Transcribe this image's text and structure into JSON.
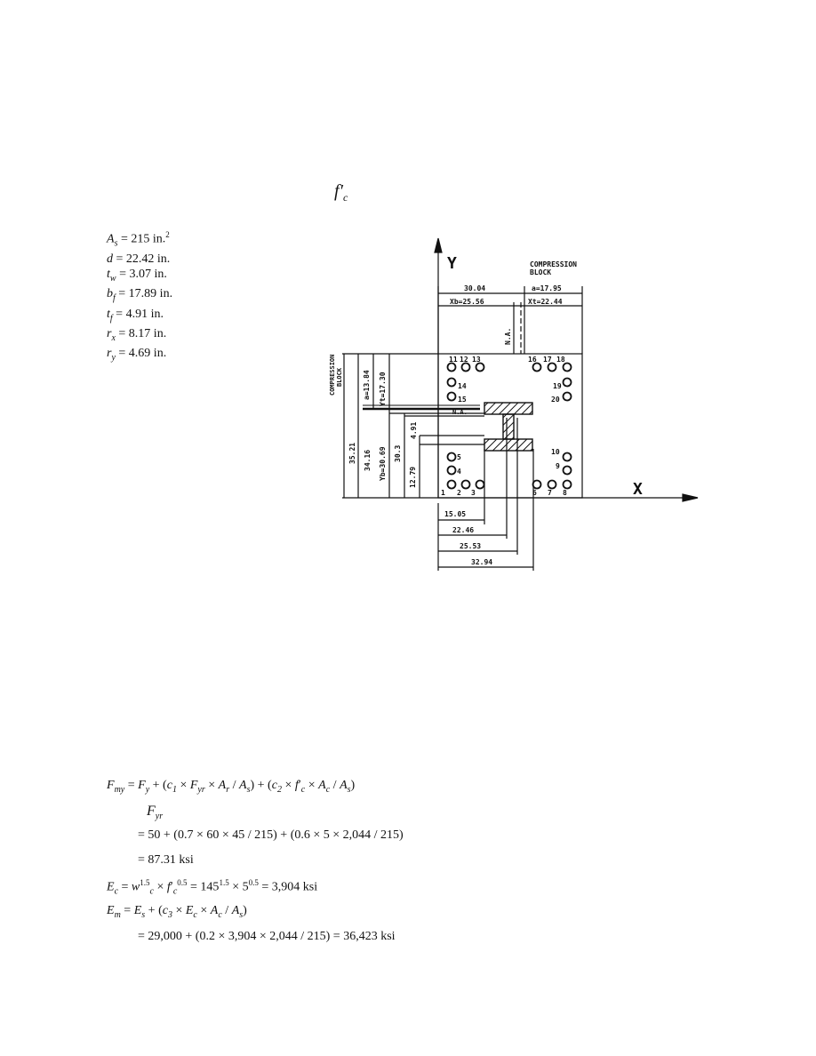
{
  "top_symbol": "f′c",
  "properties": [
    {
      "sym": "A",
      "sub": "s",
      "rest": " = 215 in.",
      "sup": "2"
    },
    {
      "sym": "d",
      "sub": "",
      "rest": " = 22.42 in.",
      "sup": ""
    },
    {
      "sym": "t",
      "sub": "w",
      "rest": " = 3.07 in.",
      "sup": ""
    },
    {
      "sym": "b",
      "sub": "f",
      "rest": " = 17.89 in.",
      "sup": ""
    },
    {
      "sym": "t",
      "sub": "f",
      "rest": " = 4.91 in.",
      "sup": ""
    },
    {
      "sym": "r",
      "sub": "x",
      "rest": " = 8.17 in.",
      "sup": ""
    },
    {
      "sym": "r",
      "sub": "y",
      "rest": " = 4.69 in.",
      "sup": ""
    }
  ],
  "diagram": {
    "axis_y": "Y",
    "axis_x": "X",
    "compression_block_top": [
      "COMPRESSION",
      "BLOCK"
    ],
    "compression_block_side": [
      "COMPRESSION",
      "BLOCK"
    ],
    "top_dims": {
      "total": "30.04",
      "a": "a=17.95",
      "xb": "Xb=25.56",
      "xt": "Xt=22.44"
    },
    "na_vertical": "N.A.",
    "na_horizontal": "N.A.",
    "left_dims": {
      "d1": "35.21",
      "d2": "34.16",
      "a": "a=13.84",
      "yt": "Yt=17.30",
      "yb": "Yb=30.69",
      "d3": "30.3",
      "d4": "4.91",
      "d5": "12.79"
    },
    "bottom_dims": [
      "15.05",
      "22.46",
      "25.53",
      "32.94"
    ],
    "bar_labels": [
      "1",
      "2",
      "3",
      "4",
      "5",
      "6",
      "7",
      "8",
      "9",
      "10",
      "11",
      "12",
      "13",
      "14",
      "15",
      "16",
      "17",
      "18",
      "19",
      "20"
    ]
  },
  "equations": {
    "fmy": "F_my = F_y + (c1 × F_yr × A_r / A_s) + (c2 × f′c × A_c / A_s)",
    "fyr_symbol": "F_yr",
    "fmy_sub": "= 50 + (0.7 × 60 × 45 / 215) + (0.6 × 5 × 2,044 / 215)",
    "fmy_result": "= 87.31 ksi",
    "ec_lhs": "E",
    "ec_body": "= w^1.5 × f′c^0.5 = 145",
    "ec_mid": " × 5",
    "ec_result": " = 3,904 ksi",
    "exp_15": "1.5",
    "exp_05": "0.5",
    "em": "E_m = E_s + (c3 × E_c × A_c / A_s)",
    "em_result": "= 29,000 + (0.2 × 3,904 × 2,044 / 215) = 36,423 ksi"
  }
}
